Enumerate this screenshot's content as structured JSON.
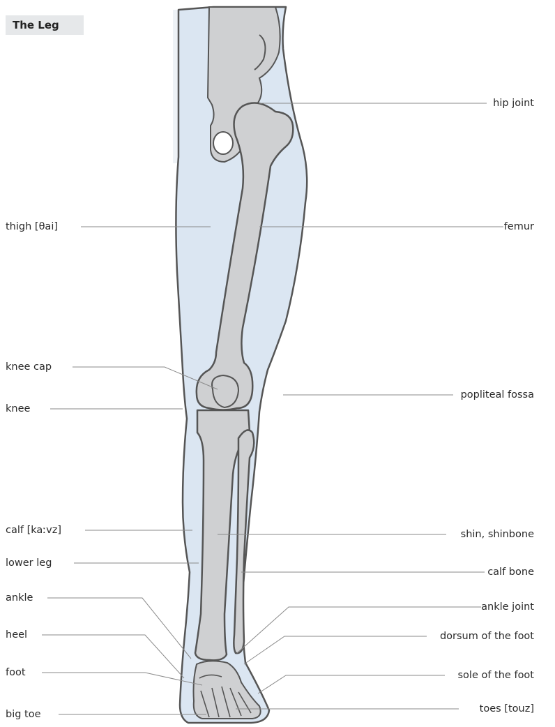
{
  "title": "The Leg",
  "labels": {
    "left": [
      {
        "id": "thigh",
        "text": "thigh [θai]"
      },
      {
        "id": "knee-cap",
        "text": "knee cap"
      },
      {
        "id": "knee",
        "text": "knee"
      },
      {
        "id": "calf",
        "text": "calf [kaːvz]"
      },
      {
        "id": "lower-leg",
        "text": "lower leg"
      },
      {
        "id": "ankle",
        "text": "ankle"
      },
      {
        "id": "heel",
        "text": "heel"
      },
      {
        "id": "foot",
        "text": "foot"
      },
      {
        "id": "big-toe",
        "text": "big toe"
      }
    ],
    "right": [
      {
        "id": "hip-joint",
        "text": "hip joint"
      },
      {
        "id": "femur",
        "text": "femur"
      },
      {
        "id": "popliteal-fossa",
        "text": "popliteal fossa"
      },
      {
        "id": "shin",
        "text": "shin, shinbone"
      },
      {
        "id": "calf-bone",
        "text": "calf bone"
      },
      {
        "id": "ankle-joint",
        "text": "ankle joint"
      },
      {
        "id": "dorsum",
        "text": "dorsum of the foot"
      },
      {
        "id": "sole",
        "text": "sole of the foot"
      },
      {
        "id": "toes",
        "text": "toes [touz]"
      }
    ]
  },
  "colors": {
    "skin": "#dbe6f2",
    "bone": "#cfd0d2",
    "outline": "#555555",
    "leader": "#8a8a8a",
    "title_bg": "#e6e8ea"
  }
}
